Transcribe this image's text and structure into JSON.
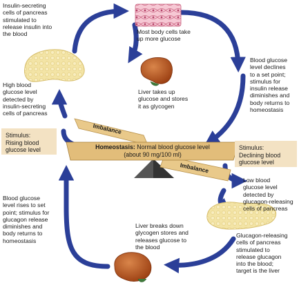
{
  "labels": {
    "insulin_secreting": "Insulin-secreting\ncells of pancreas\nstimulated to\nrelease insulin into\nthe blood",
    "body_cells": "Most body cells take\nup more glucose",
    "liver_stores": "Liver takes up\nglucose and stores\nit as glycogen",
    "glucose_declines": "Blood glucose\nlevel declines\nto a set point;\nstimulus for\ninsulin release\ndiminishes and\nbody returns to\nhomeostasis",
    "high_glucose": "High blood\nglucose level\ndetected by\ninsulin-secreting\ncells of pancreas",
    "stimulus_rising": "Stimulus:\nRising blood\nglucose level",
    "stimulus_declining": "Stimulus:\nDeclining blood\nglucose level",
    "homeostasis_title": "Homeostasis:",
    "homeostasis_text": "Normal blood glucose level",
    "homeostasis_sub": "(about 90 mg/100 ml)",
    "imbalance_top": "Imbalance",
    "imbalance_bottom": "Imbalance",
    "low_glucose": "Low blood\nglucose level\ndetected by\nglucagon-releasing\ncells of pancreas",
    "glucose_rises": "Blood glucose\nlevel rises to set\npoint; stimulus for\nglucagon release\ndiminishes and\nbody returns to\nhomeostasis",
    "liver_breaks": "Liver breaks down\nglycogen stores and\nreleases glucose to\nthe blood",
    "glucagon_releasing": "Glucagon-releasing\ncells of pancreas\nstimulated to\nrelease glucagon\ninto the blood;\ntarget is the liver"
  },
  "colors": {
    "arrow": "#2b3f98",
    "pancreas": "#f2e2a0",
    "liver": "#b5541c",
    "beam": "#e9c98a",
    "stimulus_box": "#f3e2c3",
    "cells": "#f2b9c8"
  }
}
